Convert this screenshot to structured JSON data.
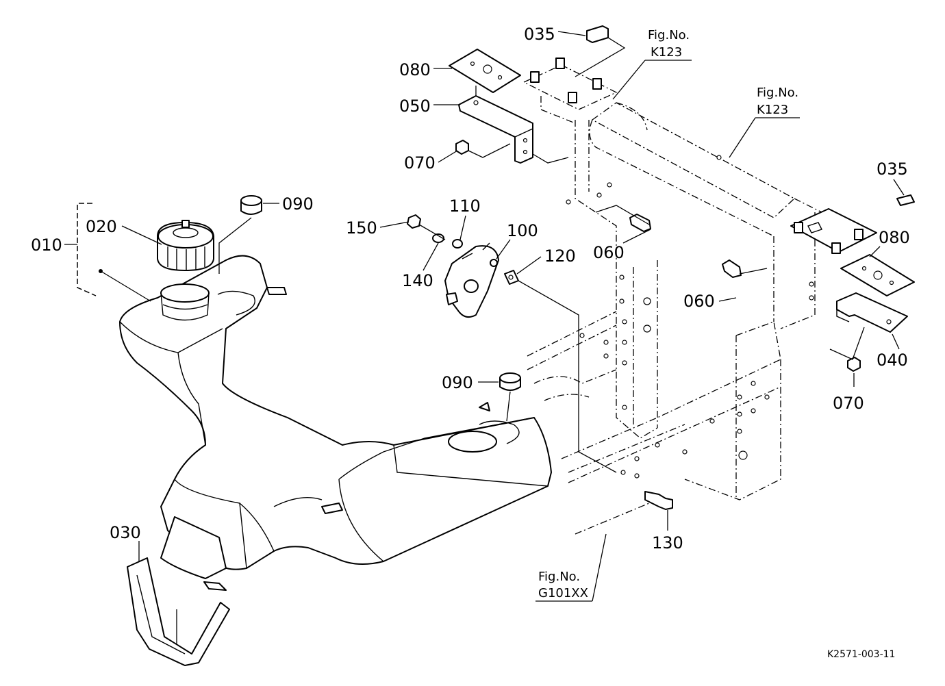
{
  "parts": {
    "p010": "010",
    "p020": "020",
    "p030": "030",
    "p035a": "035",
    "p035b": "035",
    "p040": "040",
    "p050": "050",
    "p060a": "060",
    "p060b": "060",
    "p070a": "070",
    "p070b": "070",
    "p080a": "080",
    "p080b": "080",
    "p090a": "090",
    "p090b": "090",
    "p100": "100",
    "p110": "110",
    "p120": "120",
    "p130": "130",
    "p140": "140",
    "p150": "150"
  },
  "refs": {
    "fig_label": "Fig.No.",
    "k123_a": "K123",
    "k123_b": "K123",
    "g101xx": "G101XX"
  },
  "drawing_code": "K2571-003-11"
}
